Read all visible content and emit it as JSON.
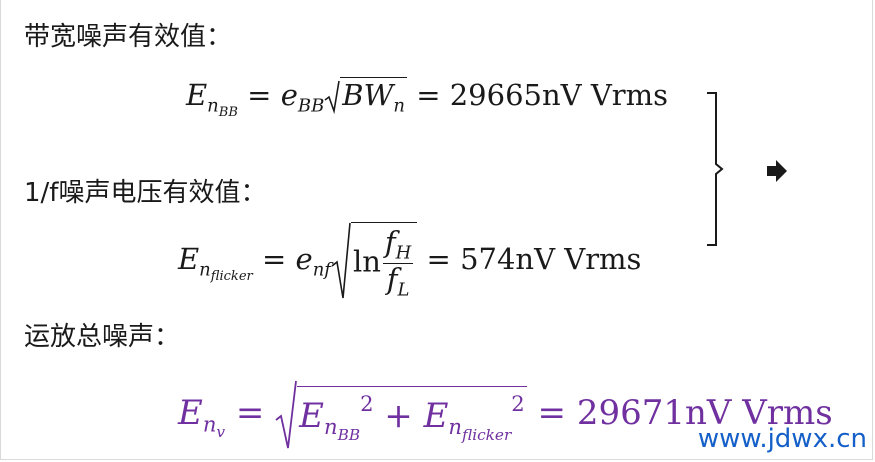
{
  "headings": {
    "broadband": "带宽噪声有效值：",
    "flicker": "1/f噪声电压有效值：",
    "total": "运放总噪声："
  },
  "eq1": {
    "E": "E",
    "n": "n",
    "BB": "BB",
    "eq": " = ",
    "e": "e",
    "eBB": "BB",
    "BW": "BW",
    "BWn": "n",
    "eq2": " = ",
    "result": "29665nV Vrms"
  },
  "eq2": {
    "E": "E",
    "n": "n",
    "flicker": "flicker",
    "eq": " = ",
    "e": "e",
    "enf": "nf",
    "ln": "ln",
    "fH": "f",
    "fHsub": "H",
    "fL": "f",
    "fLsub": "L",
    "eq2": " = ",
    "result": "574nV Vrms"
  },
  "eq3": {
    "E": "E",
    "n": "n",
    "v": "v",
    "eq": " = ",
    "E1": "E",
    "n1": "n",
    "BB": "BB",
    "sq1": "2",
    "plus": " + ",
    "E2": "E",
    "n2": "n",
    "flicker": "flicker",
    "sq2": "2",
    "eq2": " = ",
    "result": "29671nV Vrms"
  },
  "watermark": "www.jdwx.cn",
  "colors": {
    "purple": "#7030a0",
    "watermark": "#1560c8"
  },
  "icons": {
    "arrow": "right-arrow-icon",
    "brace": "right-brace"
  }
}
